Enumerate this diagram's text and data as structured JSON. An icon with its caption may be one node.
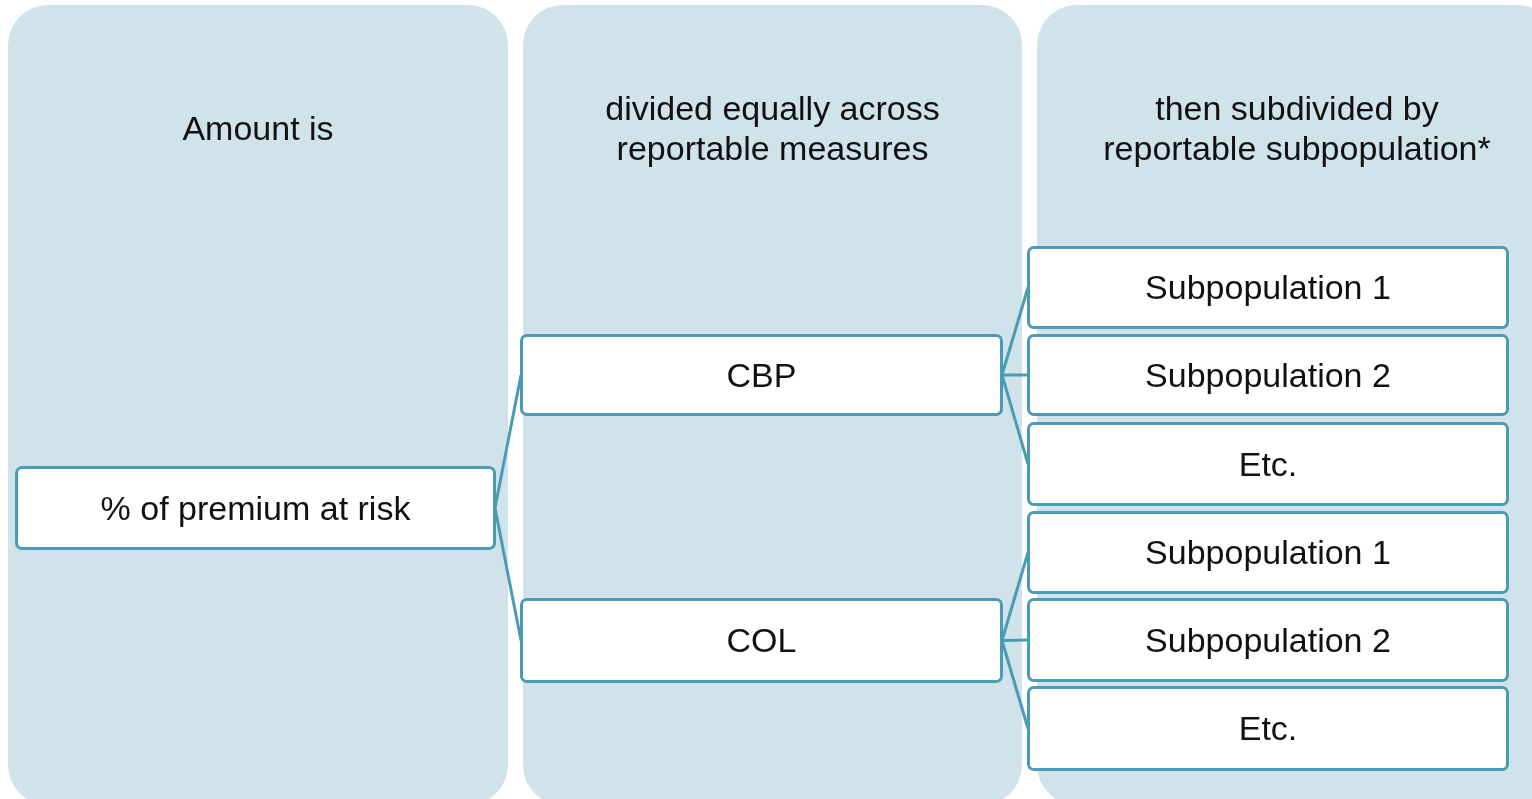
{
  "diagram": {
    "nodes": [
      {
        "text": [
          "Amount is"
        ]
      },
      {
        "text": [
          "divided equally across reportable measures"
        ]
      },
      {
        "text": [
          "then subdivided by reportable subpopulation*"
        ]
      },
      {
        "text": [
          "% of premium at risk"
        ],
        "in": 0
      },
      {
        "text": [
          "CBP"
        ],
        "in": 1
      },
      {
        "text": [
          "COL"
        ],
        "in": 1
      },
      {
        "text": [
          "Subpopulation 1"
        ],
        "in": 2
      },
      {
        "text": [
          "Subpopulation 2"
        ],
        "in": 2
      },
      {
        "text": [
          "Etc."
        ],
        "in": 2
      },
      {
        "text": [
          "Subpopulation 1"
        ],
        "in": 2
      },
      {
        "text": [
          "Subpopulation 2"
        ],
        "in": 2
      },
      {
        "text": [
          "Etc."
        ],
        "in": 2
      }
    ],
    "edges": [
      {
        "from": 3,
        "to": 4,
        "arrow": "none"
      },
      {
        "from": 3,
        "to": 5,
        "arrow": "none"
      },
      {
        "from": 4,
        "to": 6,
        "arrow": "none"
      },
      {
        "from": 4,
        "to": 7,
        "arrow": "none"
      },
      {
        "from": 4,
        "to": 8,
        "arrow": "none"
      },
      {
        "from": 5,
        "to": 9,
        "arrow": "none"
      },
      {
        "from": 5,
        "to": 10,
        "arrow": "none"
      },
      {
        "from": 5,
        "to": 11,
        "arrow": "none"
      }
    ]
  }
}
